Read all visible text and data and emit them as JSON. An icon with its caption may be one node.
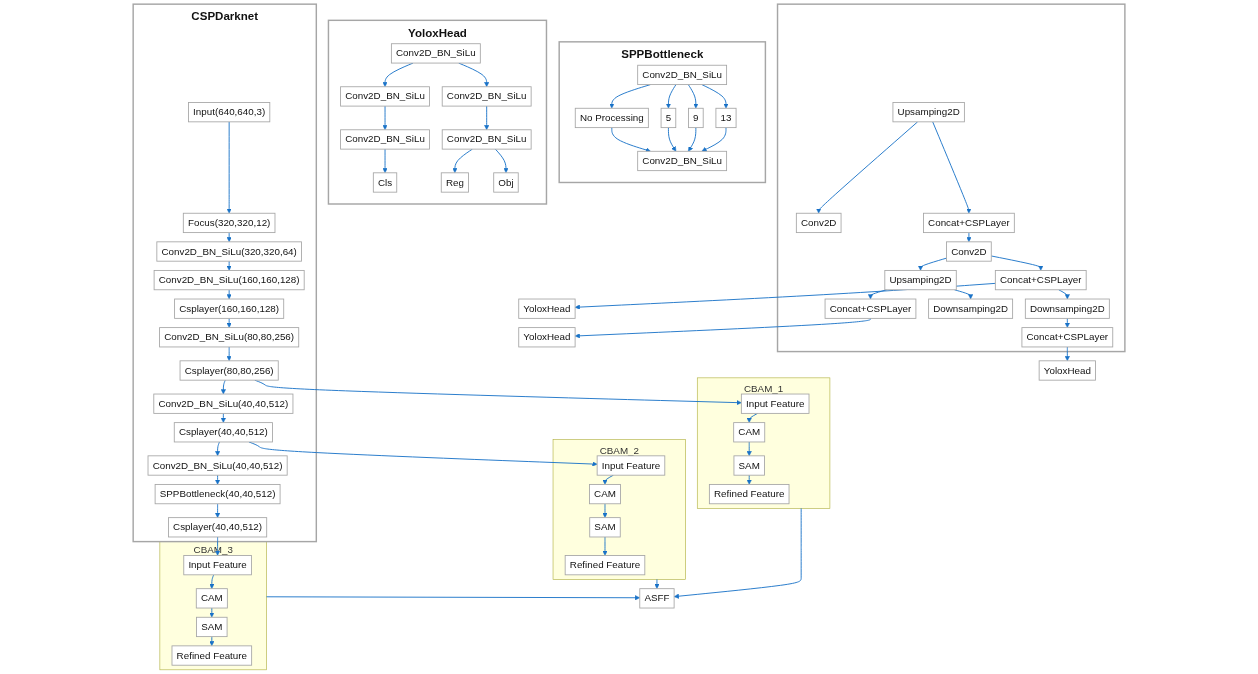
{
  "diagram": {
    "nodes": [
      {
        "text": [
          "CSPDarknet"
        ]
      },
      {
        "text": [
          "Input(640,640,3)"
        ],
        "in": 0
      },
      {
        "text": [
          "Focus(320,320,12)"
        ],
        "in": 0
      },
      {
        "text": [
          "Conv2D_BN_SiLu(320,320,64)"
        ],
        "in": 0
      },
      {
        "text": [
          "Conv2D_BN_SiLu(160,160,128)"
        ],
        "in": 0
      },
      {
        "text": [
          "Csplayer(160,160,128)"
        ],
        "in": 0
      },
      {
        "text": [
          "Conv2D_BN_SiLu(80,80,256)"
        ],
        "in": 0
      },
      {
        "text": [
          "Csplayer(80,80,256)"
        ],
        "in": 0
      },
      {
        "text": [
          "Conv2D_BN_SiLu(40,40,512)"
        ],
        "in": 0
      },
      {
        "text": [
          "Csplayer(40,40,512)"
        ],
        "in": 0
      },
      {
        "text": [
          "Conv2D_BN_SiLu(40,40,512)"
        ],
        "in": 0
      },
      {
        "text": [
          "SPPBottleneck(40,40,512)"
        ],
        "in": 0
      },
      {
        "text": [
          "Csplayer(40,40,512)"
        ],
        "in": 0
      },
      {
        "text": [
          "SPPBottleneck"
        ]
      },
      {
        "text": [
          "Conv2D_BN_SiLu"
        ],
        "in": 13
      },
      {
        "text": [
          "No Processing"
        ],
        "in": 13
      },
      {
        "text": [
          "5"
        ],
        "in": 13
      },
      {
        "text": [
          "9"
        ],
        "in": 13
      },
      {
        "text": [
          "13"
        ],
        "in": 13
      },
      {
        "text": [
          "Conv2D_BN_SiLu"
        ],
        "in": 13
      },
      {
        "text": [
          "YoloxHead"
        ]
      },
      {
        "text": [
          "Conv2D_BN_SiLu"
        ],
        "in": 20
      },
      {
        "text": [
          "Conv2D_BN_SiLu"
        ],
        "in": 20
      },
      {
        "text": [
          "Conv2D_BN_SiLu"
        ],
        "in": 20
      },
      {
        "text": [
          "Conv2D_BN_SiLu"
        ],
        "in": 20
      },
      {
        "text": [
          "Conv2D_BN_SiLu"
        ],
        "in": 20
      },
      {
        "text": [
          "Cls"
        ],
        "in": 20
      },
      {
        "text": [
          "Reg"
        ],
        "in": 20
      },
      {
        "text": [
          "Obj"
        ],
        "in": 20
      },
      {
        "text": [
          "CBAM_1"
        ]
      },
      {
        "text": [
          "Input Feature"
        ],
        "in": 29
      },
      {
        "text": [
          "CAM"
        ],
        "in": 29
      },
      {
        "text": [
          "SAM"
        ],
        "in": 29
      },
      {
        "text": [
          "Refined Feature"
        ],
        "in": 29
      },
      {
        "text": [
          "CBAM_2"
        ]
      },
      {
        "text": [
          "Input Feature"
        ],
        "in": 34
      },
      {
        "text": [
          "CAM"
        ],
        "in": 34
      },
      {
        "text": [
          "SAM"
        ],
        "in": 34
      },
      {
        "text": [
          "Refined Feature"
        ],
        "in": 34
      },
      {
        "text": [
          "CBAM_3"
        ]
      },
      {
        "text": [
          "Input Feature"
        ],
        "in": 39
      },
      {
        "text": [
          "CAM"
        ],
        "in": 39
      },
      {
        "text": [
          "SAM"
        ],
        "in": 39
      },
      {
        "text": [
          "Refined Feature"
        ],
        "in": 39
      },
      {
        "text": [
          "ASFF"
        ]
      },
      {
        "text": [],
        "shape": "box"
      },
      {
        "text": [
          "Concat+CSPLayer"
        ],
        "in": 45
      },
      {
        "text": [
          "YoloxHead"
        ]
      },
      {
        "text": [
          "Upsamping2D"
        ],
        "in": 45
      },
      {
        "text": [
          "Downsamping2D"
        ],
        "in": 45
      },
      {
        "text": [
          "Conv2D"
        ],
        "in": 45
      },
      {
        "text": [
          "Concat+CSPLayer"
        ],
        "in": 45
      },
      {
        "text": [
          "YoloxHead"
        ]
      },
      {
        "text": [
          "Concat+CSPLayer"
        ],
        "in": 45
      },
      {
        "text": [
          "Upsamping2D"
        ],
        "in": 45
      },
      {
        "text": [
          "Downsamping2D"
        ],
        "in": 45
      },
      {
        "text": [
          "Conv2D"
        ],
        "in": 45
      },
      {
        "text": [
          "Concat+CSPLayer"
        ],
        "in": 45
      },
      {
        "text": [
          "YoloxHead"
        ]
      }
    ],
    "edges": [
      {
        "from": 1,
        "to": 2,
        "arrow": "to"
      },
      {
        "from": 2,
        "to": 3,
        "arrow": "to"
      },
      {
        "from": 3,
        "to": 4,
        "arrow": "to"
      },
      {
        "from": 4,
        "to": 5,
        "arrow": "to"
      },
      {
        "from": 5,
        "to": 6,
        "arrow": "to"
      },
      {
        "from": 6,
        "to": 7,
        "arrow": "to"
      },
      {
        "from": 7,
        "to": 8,
        "arrow": "to"
      },
      {
        "from": 8,
        "to": 9,
        "arrow": "to"
      },
      {
        "from": 9,
        "to": 10,
        "arrow": "to"
      },
      {
        "from": 10,
        "to": 11,
        "arrow": "to"
      },
      {
        "from": 11,
        "to": 12,
        "arrow": "to"
      },
      {
        "from": 14,
        "to": 15,
        "arrow": "to"
      },
      {
        "from": 14,
        "to": 16,
        "arrow": "to"
      },
      {
        "from": 14,
        "to": 17,
        "arrow": "to"
      },
      {
        "from": 14,
        "to": 18,
        "arrow": "to"
      },
      {
        "from": 15,
        "to": 19,
        "arrow": "to"
      },
      {
        "from": 16,
        "to": 19,
        "arrow": "to"
      },
      {
        "from": 17,
        "to": 19,
        "arrow": "to"
      },
      {
        "from": 18,
        "to": 19,
        "arrow": "to"
      },
      {
        "from": 21,
        "to": 22,
        "arrow": "to"
      },
      {
        "from": 21,
        "to": 23,
        "arrow": "to"
      },
      {
        "from": 22,
        "to": 24,
        "arrow": "to"
      },
      {
        "from": 23,
        "to": 25,
        "arrow": "to"
      },
      {
        "from": 24,
        "to": 26,
        "arrow": "to"
      },
      {
        "from": 25,
        "to": 27,
        "arrow": "to"
      },
      {
        "from": 25,
        "to": 28,
        "arrow": "to"
      },
      {
        "from": 7,
        "to": 30,
        "arrow": "to"
      },
      {
        "from": 30,
        "to": 31,
        "arrow": "to"
      },
      {
        "from": 31,
        "to": 32,
        "arrow": "to"
      },
      {
        "from": 32,
        "to": 33,
        "arrow": "to"
      },
      {
        "from": 9,
        "to": 35,
        "arrow": "to"
      },
      {
        "from": 35,
        "to": 36,
        "arrow": "to"
      },
      {
        "from": 36,
        "to": 37,
        "arrow": "to"
      },
      {
        "from": 37,
        "to": 38,
        "arrow": "to"
      },
      {
        "from": 12,
        "to": 40,
        "arrow": "to"
      },
      {
        "from": 40,
        "to": 41,
        "arrow": "to"
      },
      {
        "from": 41,
        "to": 42,
        "arrow": "to"
      },
      {
        "from": 42,
        "to": 43,
        "arrow": "to"
      },
      {
        "from": 29,
        "to": 44,
        "arrow": "to"
      },
      {
        "from": 34,
        "to": 44,
        "arrow": "to"
      },
      {
        "from": 39,
        "to": 44,
        "arrow": "to"
      },
      {
        "from": 54,
        "to": 56,
        "arrow": "to"
      },
      {
        "from": 54,
        "to": 53,
        "arrow": "to"
      },
      {
        "from": 53,
        "to": 50,
        "arrow": "to"
      },
      {
        "from": 50,
        "to": 48,
        "arrow": "to"
      },
      {
        "from": 48,
        "to": 46,
        "arrow": "to"
      },
      {
        "from": 48,
        "to": 49,
        "arrow": "to"
      },
      {
        "from": 50,
        "to": 51,
        "arrow": "to"
      },
      {
        "from": 51,
        "to": 55,
        "arrow": "to"
      },
      {
        "from": 55,
        "to": 57,
        "arrow": "to"
      },
      {
        "from": 46,
        "to": 47,
        "arrow": "to"
      },
      {
        "from": 51,
        "to": 52,
        "arrow": "to"
      },
      {
        "from": 57,
        "to": 58,
        "arrow": "to"
      }
    ]
  }
}
